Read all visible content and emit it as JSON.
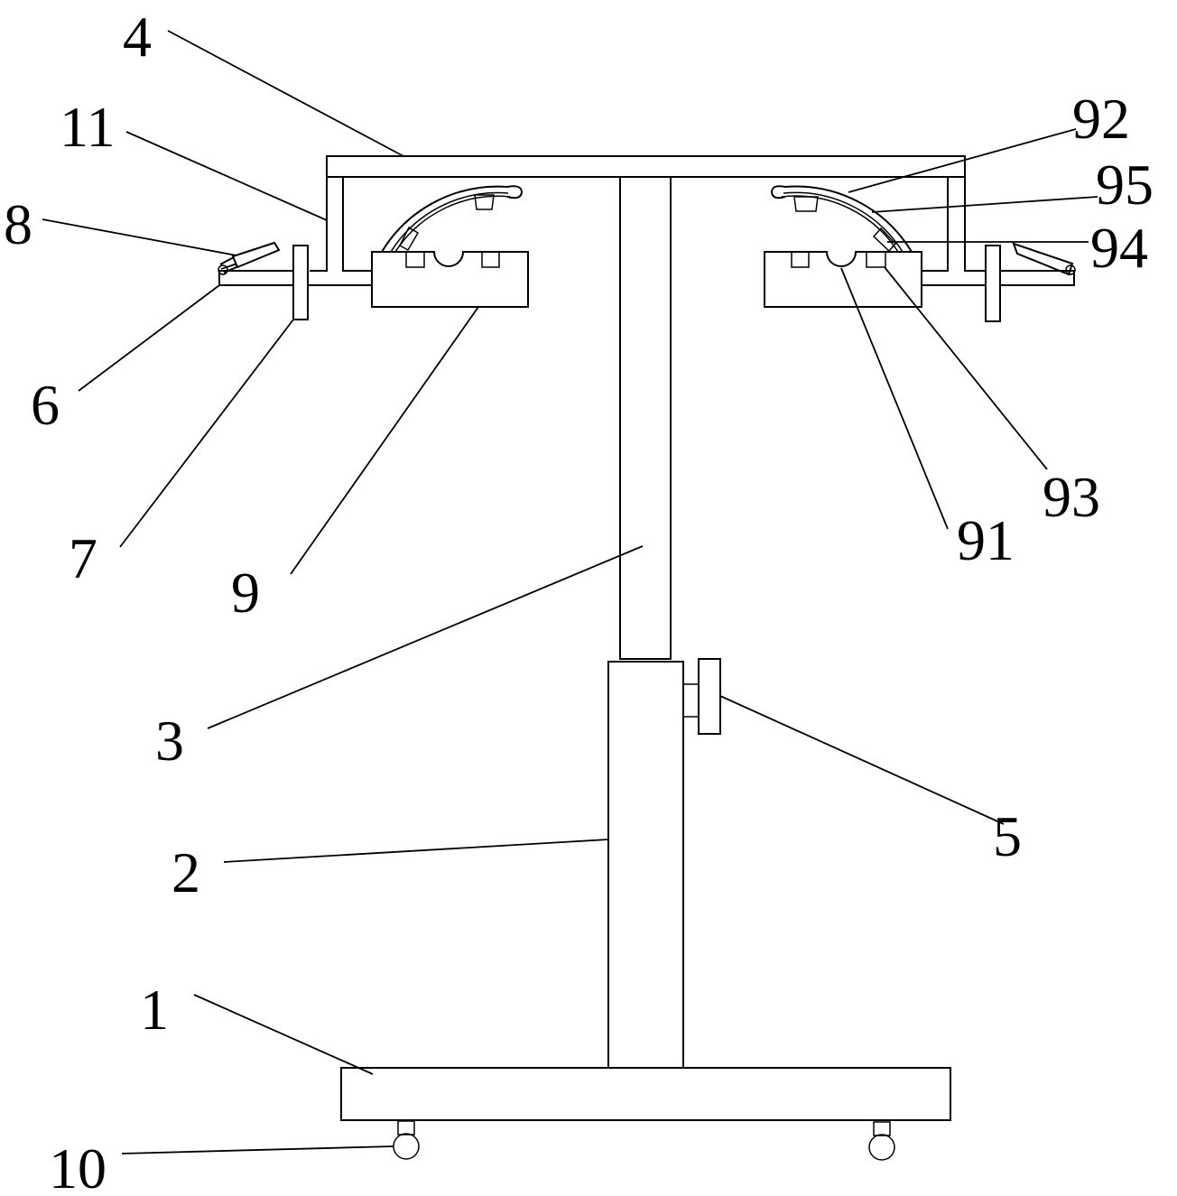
{
  "figure": {
    "type": "patent-line-drawing",
    "line_color": "#000000",
    "background": "#ffffff",
    "labels": {
      "base": "1",
      "outer_column": "2",
      "inner_column": "3",
      "crossbar": "4",
      "column_knob": "5",
      "side_rod": "6",
      "side_plate": "7",
      "handle_lever": "8",
      "clamp_block": "9",
      "wheel": "10",
      "hanger_bracket": "11",
      "semicircle_groove": "91",
      "arc_clamp": "92",
      "small_block": "93",
      "arc_block": "94",
      "arc_liner": "95"
    }
  }
}
